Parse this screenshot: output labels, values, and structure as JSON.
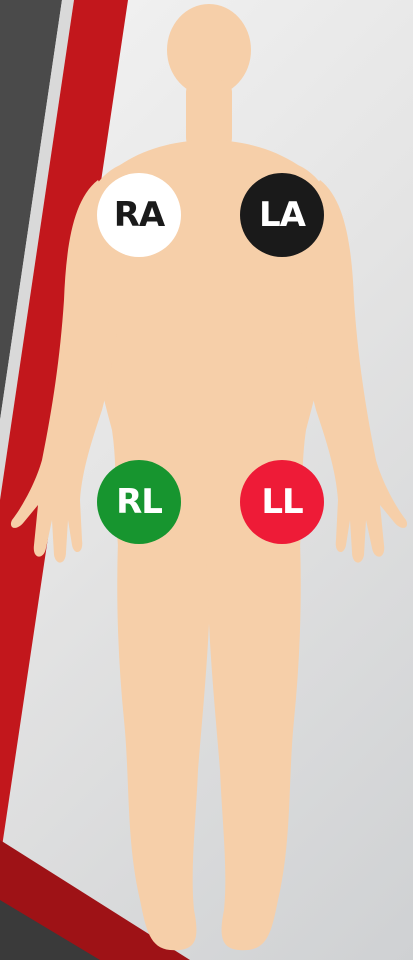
{
  "diagram": {
    "background_colors": {
      "page": "#e8e8e8",
      "dark_band": "#4a4a4a",
      "red_band": "#c2171c",
      "body": "#f6cfa9"
    },
    "electrodes": [
      {
        "id": "ra",
        "label": "RA",
        "fill": "#ffffff",
        "text_color": "#1a1a1a"
      },
      {
        "id": "la",
        "label": "LA",
        "fill": "#1a1a1a",
        "text_color": "#ffffff"
      },
      {
        "id": "rl",
        "label": "RL",
        "fill": "#17952f",
        "text_color": "#ffffff"
      },
      {
        "id": "ll",
        "label": "LL",
        "fill": "#ee1b37",
        "text_color": "#ffffff"
      }
    ]
  }
}
